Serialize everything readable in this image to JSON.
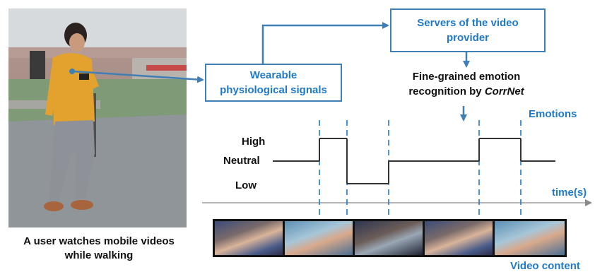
{
  "caption": {
    "line1": "A user watches mobile videos",
    "line2": "while walking"
  },
  "boxes": {
    "wearable_line1": "Wearable",
    "wearable_line2": "physiological signals",
    "servers_line1": "Servers of the video",
    "servers_line2": "provider"
  },
  "recognition": {
    "line1": "Fine-grained  emotion",
    "line2_prefix": "recognition by ",
    "line2_model": "CorrNet"
  },
  "chart_data": {
    "type": "line",
    "title": "Emotions",
    "xlabel": "time(s)",
    "ylabel": "",
    "levels": [
      "High",
      "Neutral",
      "Low"
    ],
    "segments": [
      {
        "level": "Neutral"
      },
      {
        "level": "High"
      },
      {
        "level": "Low"
      },
      {
        "level": "Neutral"
      },
      {
        "level": "High"
      },
      {
        "level": "Neutral"
      }
    ]
  },
  "labels": {
    "video_content": "Video content"
  },
  "colors": {
    "accent": "#1f79c9",
    "box_border": "#3f7fb6",
    "signal": "#333333",
    "dash": "#1f79c9"
  }
}
